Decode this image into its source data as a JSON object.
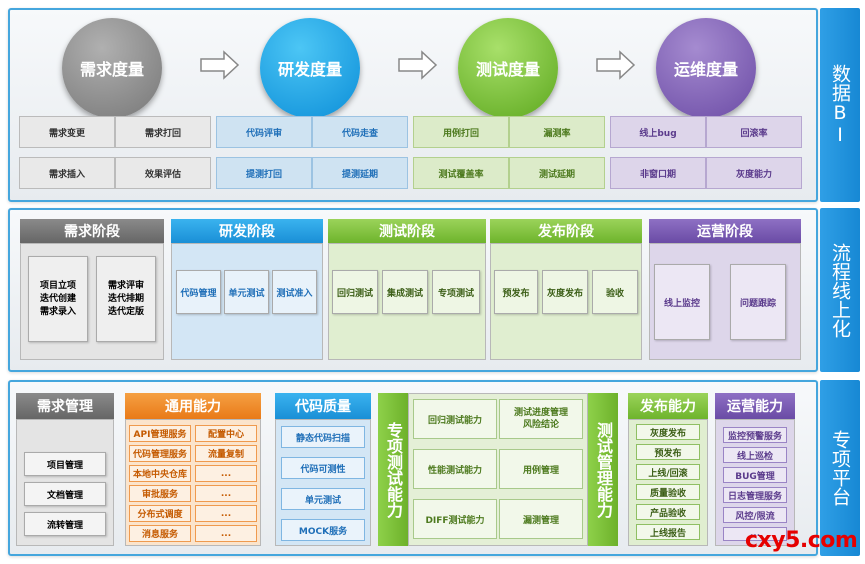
{
  "sections": {
    "bi_label": "数据BI",
    "flow_label": "流程线上化",
    "platform_label": "专项平台"
  },
  "bi": {
    "circles": [
      "需求度量",
      "研发度量",
      "测试度量",
      "运维度量"
    ],
    "groups": [
      {
        "row1": [
          "需求变更",
          "需求打回"
        ],
        "row2": [
          "需求插入",
          "效果评估"
        ],
        "color": "#555555",
        "bg": "#e9e9e9"
      },
      {
        "row1": [
          "代码评审",
          "代码走查"
        ],
        "row2": [
          "提测打回",
          "提测延期"
        ],
        "color": "#1f6fb8",
        "bg": "#cfe3f2"
      },
      {
        "row1": [
          "用例打回",
          "漏测率"
        ],
        "row2": [
          "测试覆盖率",
          "测试延期"
        ],
        "color": "#4d7a1e",
        "bg": "#dcebc9"
      },
      {
        "row1": [
          "线上bug",
          "回滚率"
        ],
        "row2": [
          "非窗口期",
          "灰度能力"
        ],
        "color": "#5b3b8c",
        "bg": "#ddd5ea"
      }
    ]
  },
  "flow": {
    "req": {
      "title": "需求阶段",
      "left": [
        "项目立项",
        "迭代创建",
        "需求录入"
      ],
      "right": [
        "需求评审",
        "迭代排期",
        "迭代定版"
      ]
    },
    "dev": {
      "title": "研发阶段",
      "items": [
        "代码管理",
        "单元测试",
        "测试准入"
      ]
    },
    "test": {
      "title": "测试阶段",
      "items": [
        "回归测试",
        "集成测试",
        "专项测试"
      ]
    },
    "release": {
      "title": "发布阶段",
      "items": [
        "预发布",
        "灰度发布",
        "验收"
      ]
    },
    "ops": {
      "title": "运营阶段",
      "items": [
        "线上监控",
        "问题跟踪"
      ]
    }
  },
  "platform": {
    "req_mgmt": {
      "title": "需求管理",
      "items": [
        "项目管理",
        "文档管理",
        "流转管理"
      ]
    },
    "common": {
      "title": "通用能力",
      "left": [
        "API管理服务",
        "代码管理服务",
        "本地中央仓库",
        "审批服务",
        "分布式调度",
        "消息服务"
      ],
      "right": [
        "配置中心",
        "流量复制",
        "...",
        "...",
        "...",
        "..."
      ]
    },
    "code_quality": {
      "title": "代码质量",
      "items": [
        "静态代码扫描",
        "代码可测性",
        "单元测试",
        "MOCK服务"
      ]
    },
    "special_test": {
      "title": "专项测试能力",
      "cells": [
        "回归测试能力",
        "测试进度管理\n风险结论",
        "性能测试能力",
        "用例管理",
        "DIFF测试能力",
        "漏测管理"
      ]
    },
    "test_mgmt": {
      "title": "测试管理能力"
    },
    "release_cap": {
      "title": "发布能力",
      "items": [
        "灰度发布",
        "预发布",
        "上线/回滚",
        "质量验收",
        "产品验收",
        "上线报告"
      ]
    },
    "ops_cap": {
      "title": "运营能力",
      "items": [
        "监控预警服务",
        "线上巡检",
        "BUG管理",
        "日志管理服务",
        "风控/限流",
        "..."
      ]
    }
  },
  "watermark": "cxy5.com"
}
